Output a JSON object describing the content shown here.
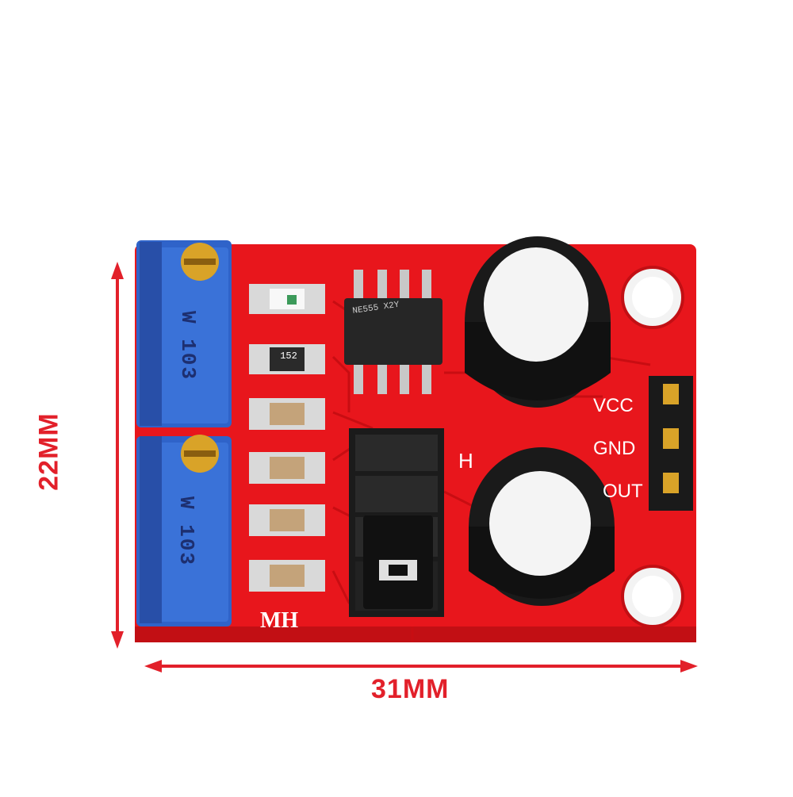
{
  "dimensions": {
    "width_label": "31MM",
    "height_label": "22MM",
    "color": "#e2202a"
  },
  "board": {
    "color": "#e8161c",
    "pin_labels": [
      "VCC",
      "GND",
      "OUT"
    ],
    "jumper_label": "H",
    "brand_label": "MH",
    "potentiometers": [
      {
        "marking": "W 103"
      },
      {
        "marking": "W 103"
      }
    ],
    "resistor_marking": "152",
    "chip_marking": "NE555 X2Y"
  },
  "icons": [
    "dimension-arrow-icon",
    "mounting-hole-icon",
    "pin-header-icon",
    "jumper-icon"
  ]
}
